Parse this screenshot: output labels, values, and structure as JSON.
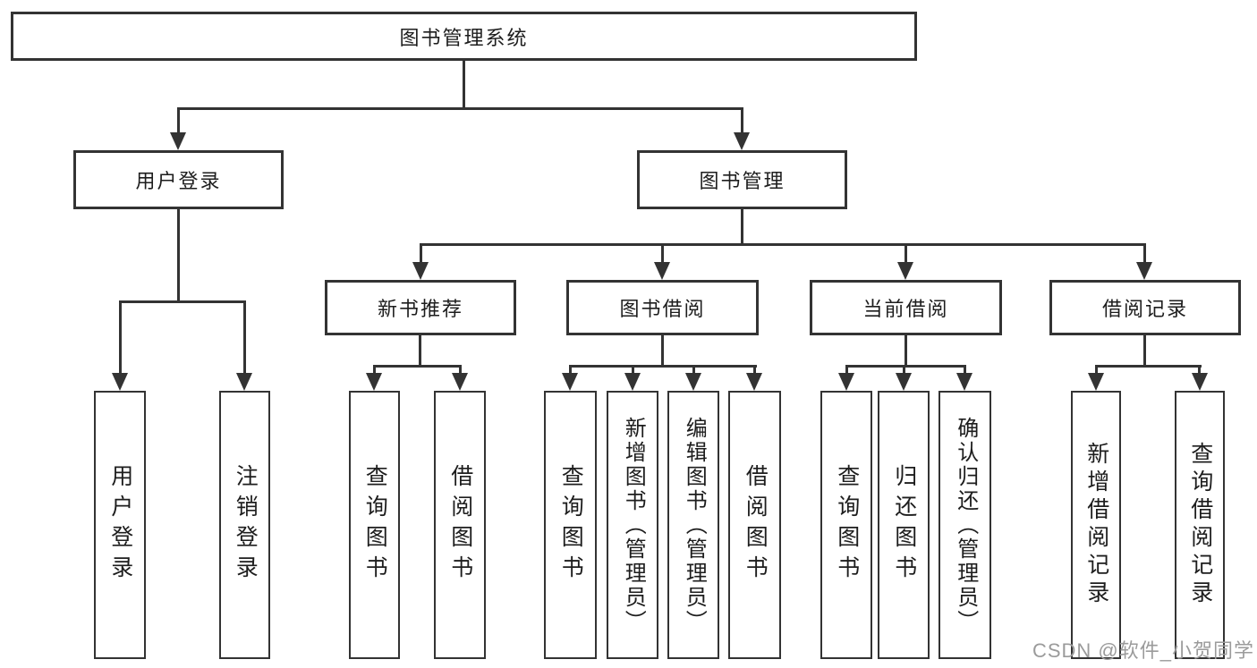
{
  "root": {
    "label": "图书管理系统"
  },
  "level2": {
    "user_login": "用户登录",
    "book_mgmt": "图书管理"
  },
  "level3": {
    "new_rec": "新书推荐",
    "borrow": "图书借阅",
    "current": "当前借阅",
    "records": "借阅记录"
  },
  "leaves": {
    "user": [
      "用户登录",
      "注销登录"
    ],
    "rec": [
      "查询图书",
      "借阅图书"
    ],
    "borrow": [
      "查询图书",
      "新增图书（管理员）",
      "编辑图书（管理员）",
      "借阅图书"
    ],
    "current": [
      "查询图书",
      "归还图书",
      "确认归还（管理员）"
    ],
    "records": [
      "新增借阅记录",
      "查询借阅记录"
    ]
  },
  "watermark": "CSDN @软件_小贺同学",
  "colors": {
    "line": "#333333",
    "text": "#1d1d1d",
    "watermark": "#9b9b9b"
  }
}
